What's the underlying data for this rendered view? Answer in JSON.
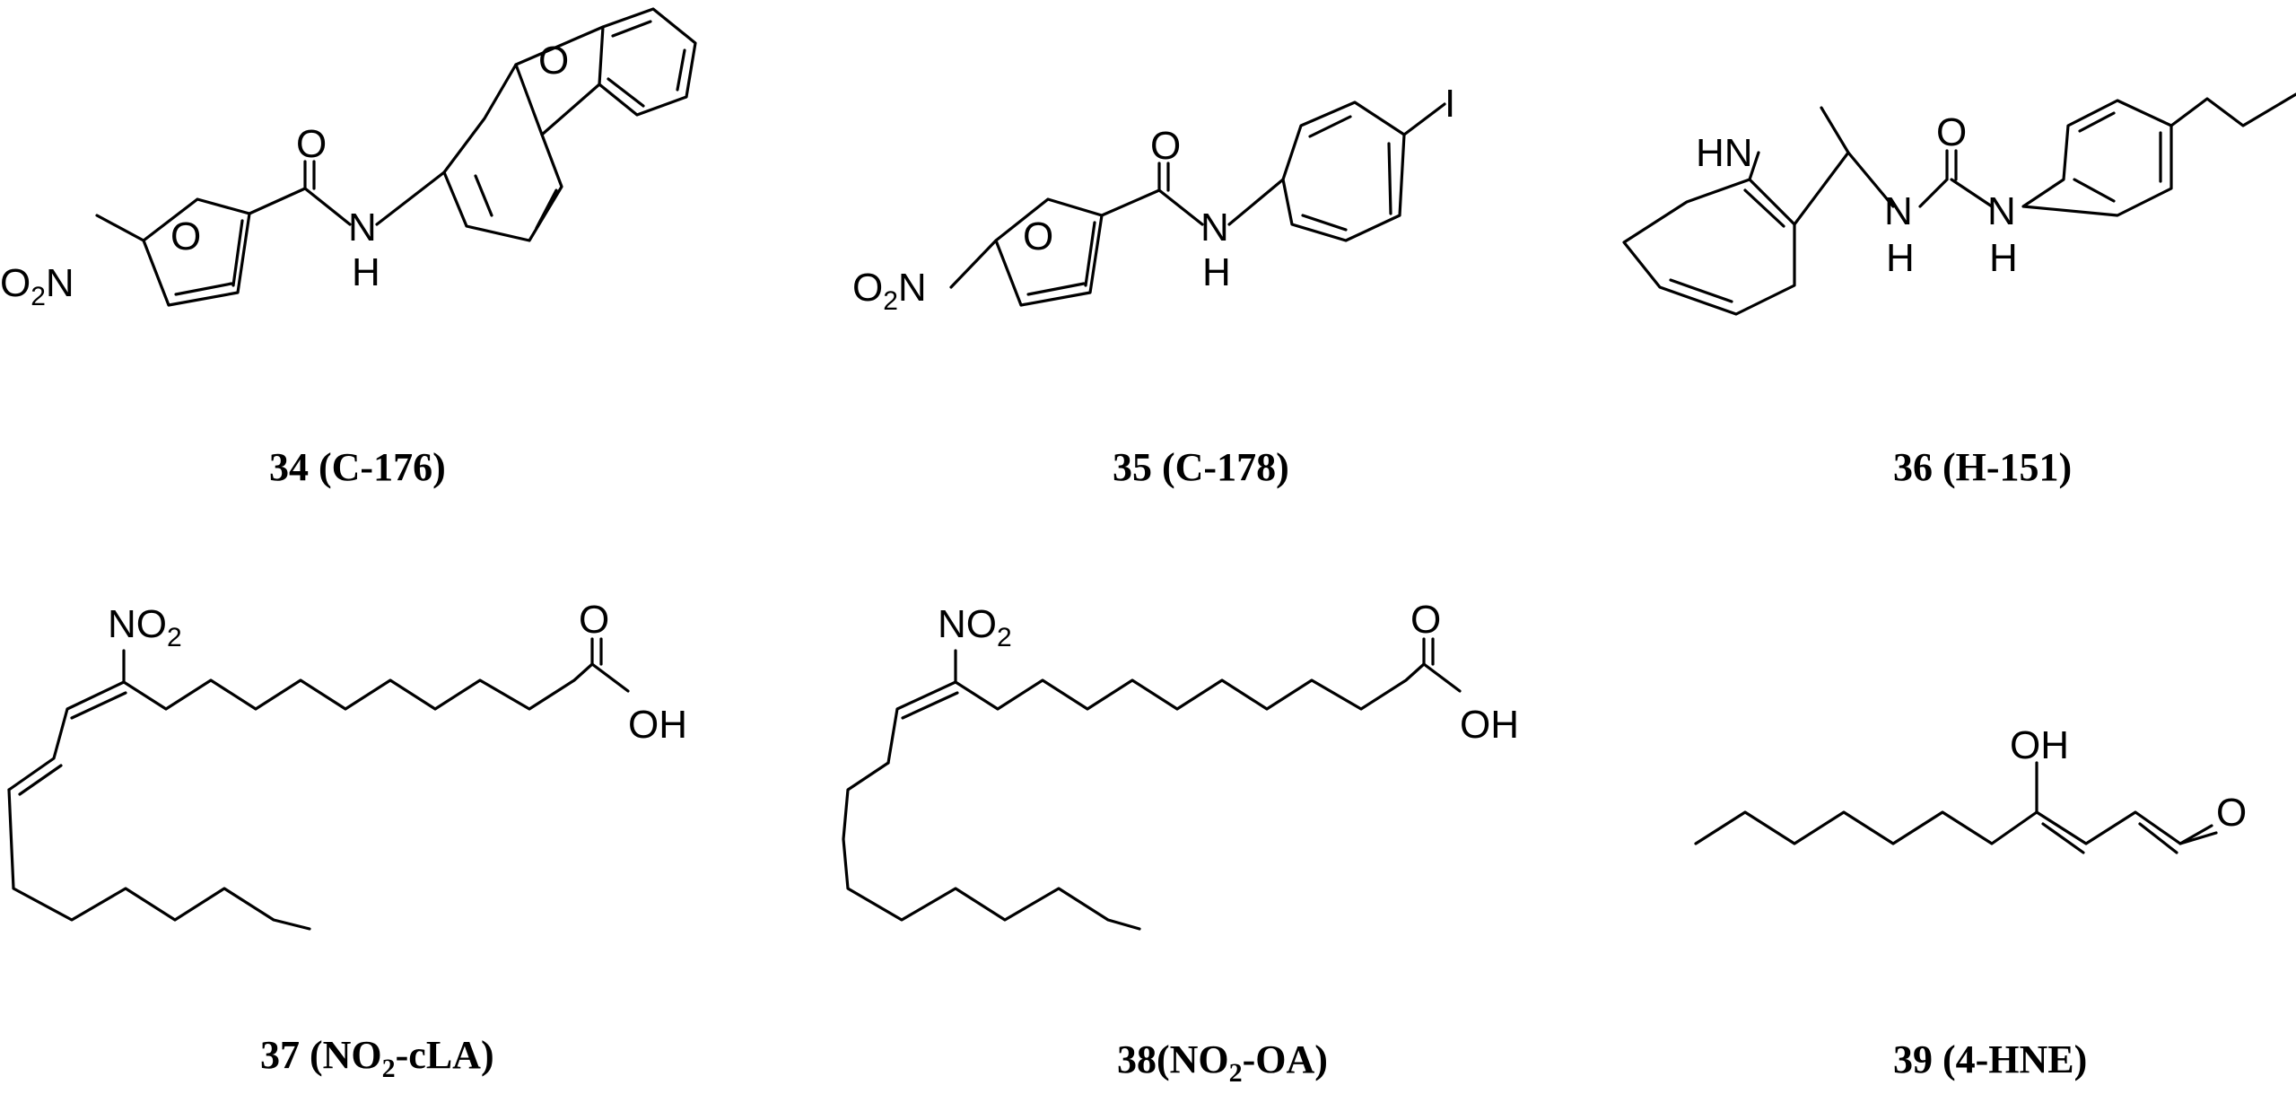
{
  "figure": {
    "compounds": [
      {
        "id": "34",
        "caption_number": "34",
        "caption_name": "(C-176)",
        "labels": {
          "oxygen_ring": "O",
          "oxygen_furan": "O",
          "carbonyl_o": "O",
          "nitro": "O2N",
          "nh": "N",
          "h": "H"
        }
      },
      {
        "id": "35",
        "caption_number": "35",
        "caption_name": "(C-178)",
        "labels": {
          "iodine": "I",
          "carbonyl_o": "O",
          "oxygen_furan": "O",
          "nitro": "O2N",
          "nh": "N",
          "h": "H"
        }
      },
      {
        "id": "36",
        "caption_number": "36",
        "caption_name": "(H-151)",
        "labels": {
          "indole_nh": "HN",
          "carbonyl_o": "O",
          "nh1": "N",
          "h1": "H",
          "nh2": "N",
          "h2": "H"
        }
      },
      {
        "id": "37",
        "caption_number": "37",
        "caption_name_prefix": "(NO",
        "caption_name_sub": "2",
        "caption_name_suffix": "-cLA)",
        "labels": {
          "nitro": "NO2",
          "carbonyl_o": "O",
          "oh": "OH"
        }
      },
      {
        "id": "38",
        "caption_number": "38",
        "caption_name_prefix": "(NO",
        "caption_name_sub": "2",
        "caption_name_suffix": "-OA)",
        "labels": {
          "nitro": "NO2",
          "carbonyl_o": "O",
          "oh": "OH"
        }
      },
      {
        "id": "39",
        "caption_number": "39",
        "caption_name": "(4-HNE)",
        "labels": {
          "oh": "OH",
          "aldehyde_o": "O"
        }
      }
    ]
  }
}
